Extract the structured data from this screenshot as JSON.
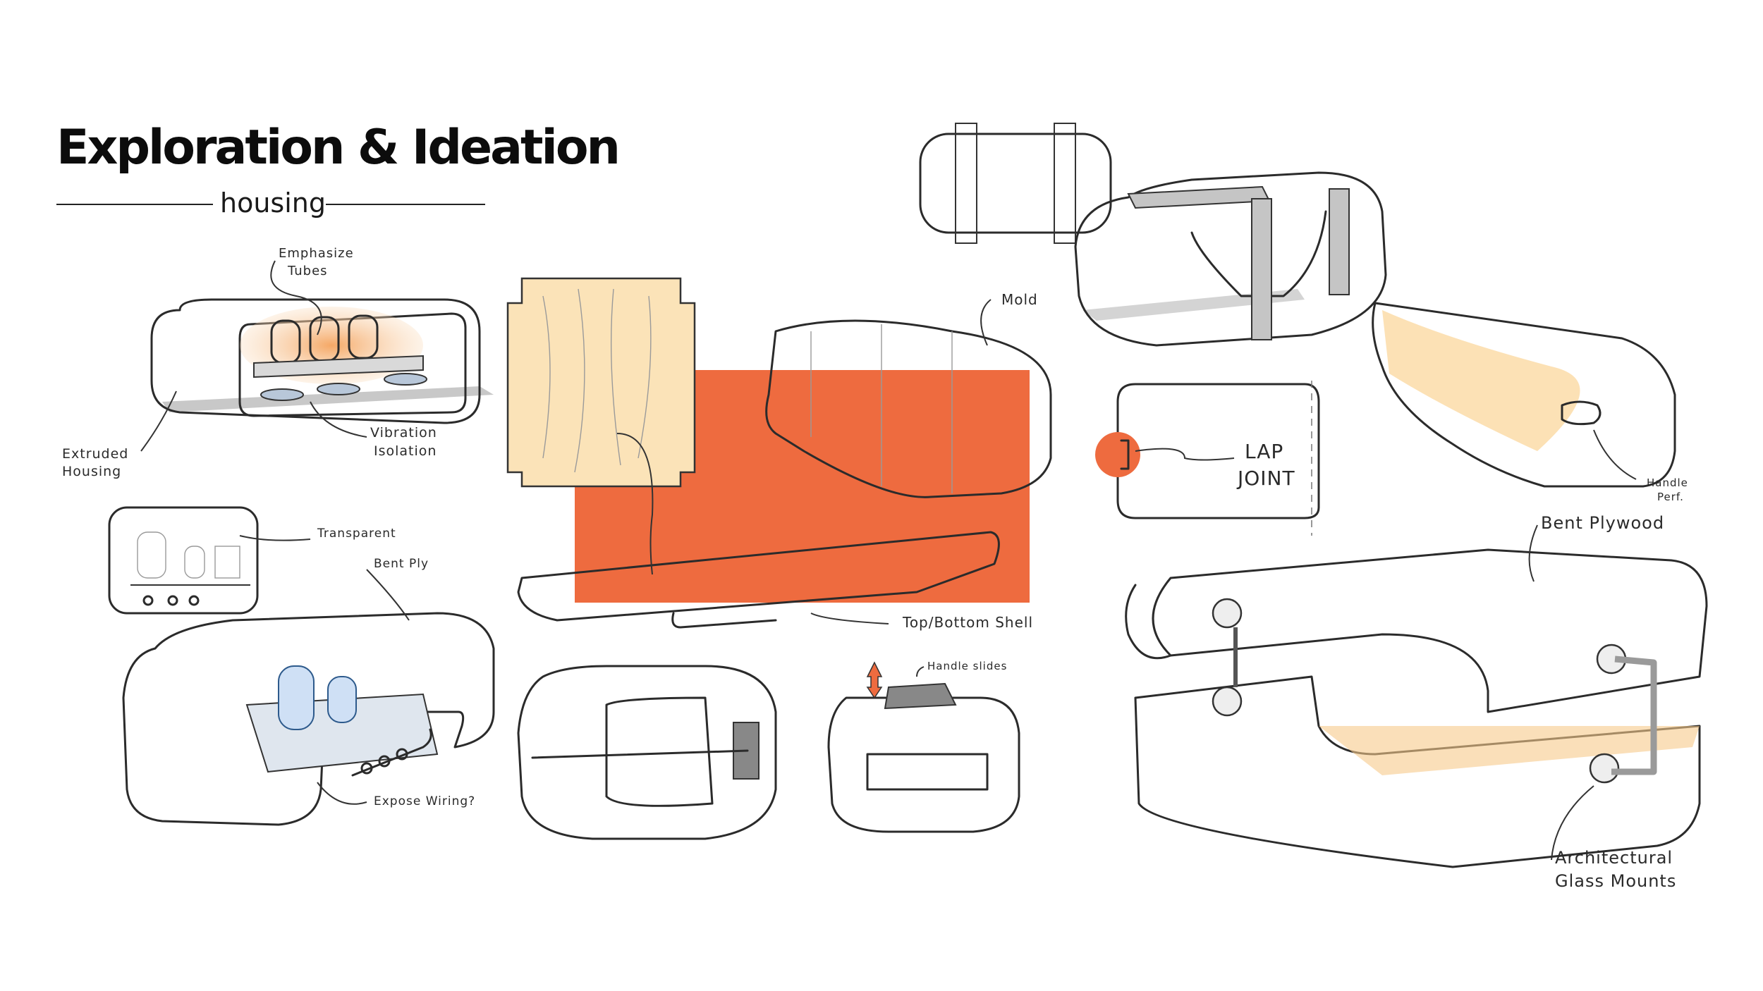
{
  "header": {
    "title": "Exploration & Ideation",
    "subtitle": "housing"
  },
  "annotations": {
    "emphasize": "Emphasize",
    "tubes": "Tubes",
    "extruded": "Extruded",
    "housing": "Housing",
    "vibration": "Vibration",
    "isolation": "Isolation",
    "transparent": "Transparent",
    "bent_ply": "Bent Ply",
    "expose_wiring": "Expose Wiring?",
    "mold": "Mold",
    "top_bottom_shell": "Top/Bottom Shell",
    "handle_slides": "Handle slides",
    "lap": "LAP",
    "joint": "JOINT",
    "handle": "Handle",
    "perf": "Perf.",
    "bent_plywood": "Bent Plywood",
    "architectural": "Architectural",
    "glass_mounts": "Glass Mounts"
  },
  "colors": {
    "accent_orange": "#EE6B3F",
    "wood_light": "#FBE3B8",
    "wood_glow": "#F9C978",
    "mold_grey": "#C9C9C9",
    "ink": "#2B2B2B"
  }
}
